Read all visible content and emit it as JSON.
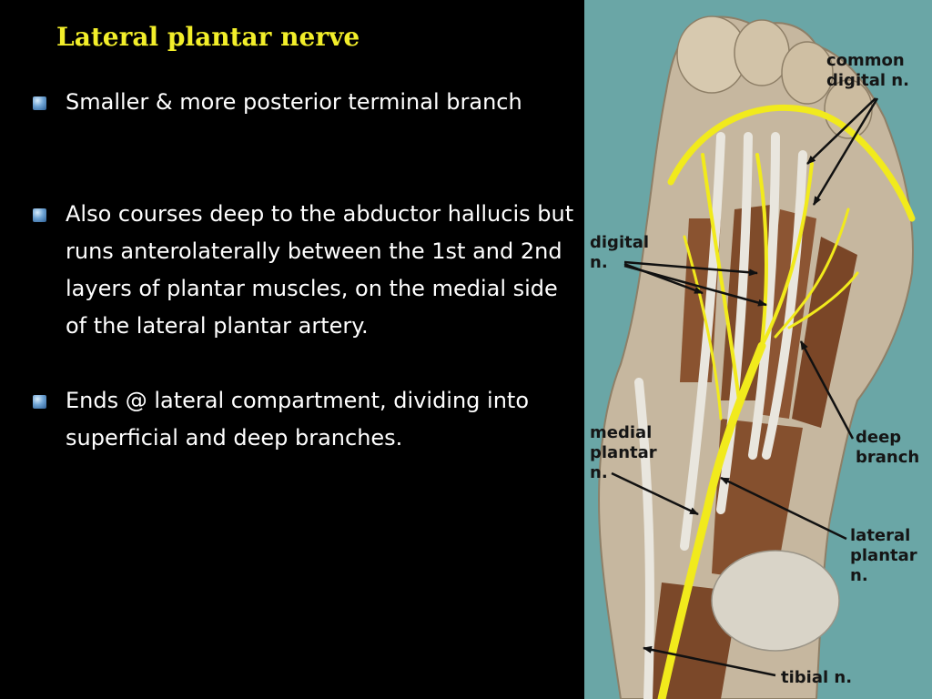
{
  "slide": {
    "title": "Lateral plantar nerve",
    "bullets": [
      {
        "text": "Smaller & more posterior terminal branch"
      },
      {
        "text": "Also courses deep to the abductor hallucis but runs anterolaterally between the 1st and 2nd layers of plantar muscles, on the medial side of the lateral plantar artery."
      },
      {
        "text": "Ends @   lateral compartment, dividing into superficial and deep branches."
      }
    ]
  },
  "figure": {
    "labels": {
      "common_digital_1": "common",
      "common_digital_2": "digital n.",
      "digital_1": "digital",
      "digital_2": "n.",
      "medial_plantar_1": "medial",
      "medial_plantar_2": "plantar",
      "medial_plantar_3": "n.",
      "deep_branch_1": "deep",
      "deep_branch_2": "branch",
      "lateral_plantar_1": "lateral",
      "lateral_plantar_2": "plantar",
      "lateral_plantar_3": "n.",
      "tibial": "tibial n."
    }
  },
  "colors": {
    "title": "#f2ee2a",
    "text": "#ffffff",
    "background": "#000000",
    "nerve": "#f1ea1c",
    "figure_background": "#6aa6a6"
  }
}
